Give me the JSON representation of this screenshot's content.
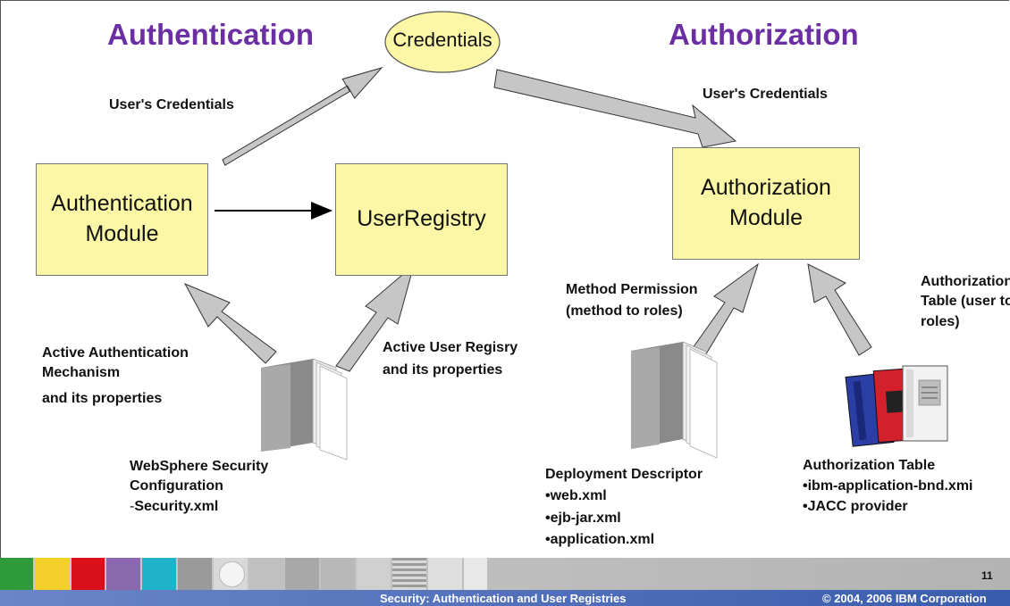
{
  "headings": {
    "authentication": "Authentication",
    "authorization": "Authorization"
  },
  "nodes": {
    "credentials": "Credentials",
    "auth_module_line1": "Authentication",
    "auth_module_line2": "Module",
    "user_registry": "UserRegistry",
    "authz_module_line1": "Authorization",
    "authz_module_line2": "Module"
  },
  "labels": {
    "users_credentials_left": "User's Credentials",
    "users_credentials_right": "User's Credentials",
    "active_auth_mech": [
      "Active Authentication",
      "Mechanism",
      "and its properties"
    ],
    "active_user_registry": [
      "Active User Regisry",
      "and its properties"
    ],
    "method_permission": [
      "Method Permission",
      "(method to roles)"
    ],
    "authz_table_user": [
      "Authorization",
      "Table (user to",
      "roles)"
    ]
  },
  "captions": {
    "websphere": {
      "line1": "WebSphere Security",
      "line2": "Configuration",
      "line3_prefix": "-",
      "line3": "Security.xml"
    },
    "deployment": {
      "title": "Deployment Descriptor",
      "items": [
        "•web.xml",
        "•ejb-jar.xml",
        "•application.xml"
      ]
    },
    "authz_table": {
      "title": "Authorization Table",
      "items": [
        "•ibm-application-bnd.xmi",
        "•JACC provider"
      ]
    }
  },
  "footer": {
    "title": "Security: Authentication and User Registries",
    "copyright": "© 2004, 2006 IBM Corporation",
    "page_number": "11"
  },
  "colors": {
    "heading": "#6b2fa3",
    "box_fill": "#fbf7a6",
    "arrow_fill": "#c6c6c6",
    "footer_bar": "#3a5cae"
  }
}
